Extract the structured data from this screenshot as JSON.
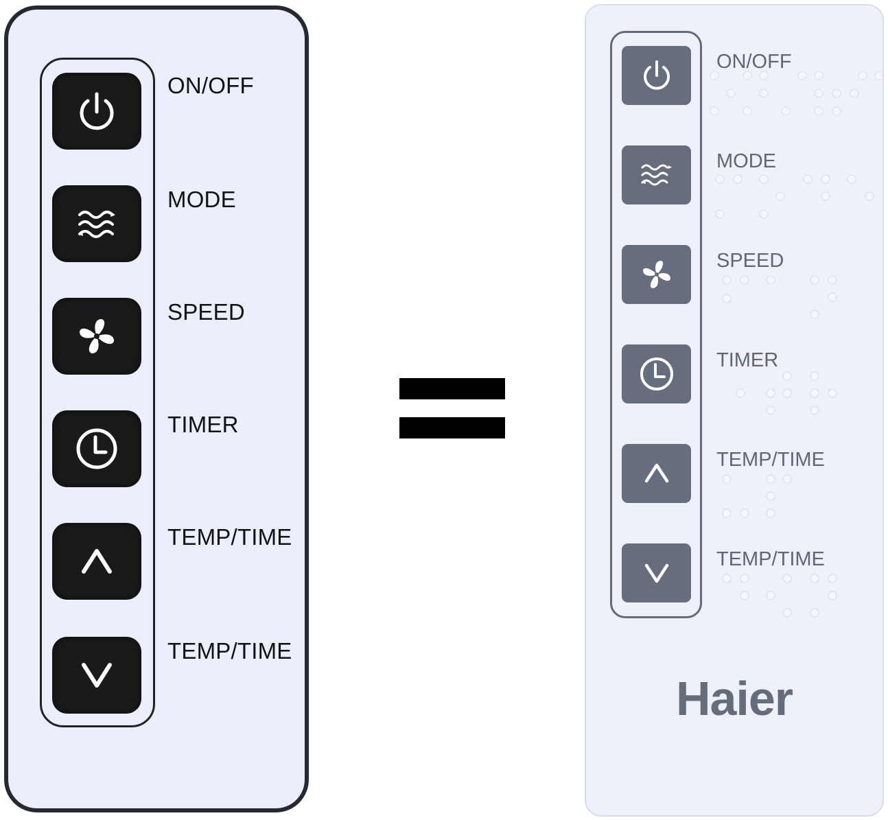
{
  "left_remote": {
    "buttons": [
      {
        "label": "ON/OFF",
        "icon": "power-icon"
      },
      {
        "label": "MODE",
        "icon": "mode-waves-icon"
      },
      {
        "label": "SPEED",
        "icon": "fan-icon"
      },
      {
        "label": "TIMER",
        "icon": "clock-icon"
      },
      {
        "label": "TEMP/TIME",
        "icon": "chevron-up-icon"
      },
      {
        "label": "TEMP/TIME",
        "icon": "chevron-down-icon"
      }
    ]
  },
  "equals_sign": "=",
  "right_remote": {
    "buttons": [
      {
        "label": "ON/OFF",
        "icon": "power-icon"
      },
      {
        "label": "MODE",
        "icon": "mode-waves-icon"
      },
      {
        "label": "SPEED",
        "icon": "fan-icon"
      },
      {
        "label": "TIMER",
        "icon": "clock-icon"
      },
      {
        "label": "TEMP/TIME",
        "icon": "chevron-up-icon"
      },
      {
        "label": "TEMP/TIME",
        "icon": "chevron-down-icon"
      }
    ],
    "brand": "Haier"
  },
  "colors": {
    "left_body": "#ebeefb",
    "left_button": "#1a1a1a",
    "right_body": "#eef1fa",
    "right_button": "#666d7c",
    "right_text": "#5f6674"
  }
}
